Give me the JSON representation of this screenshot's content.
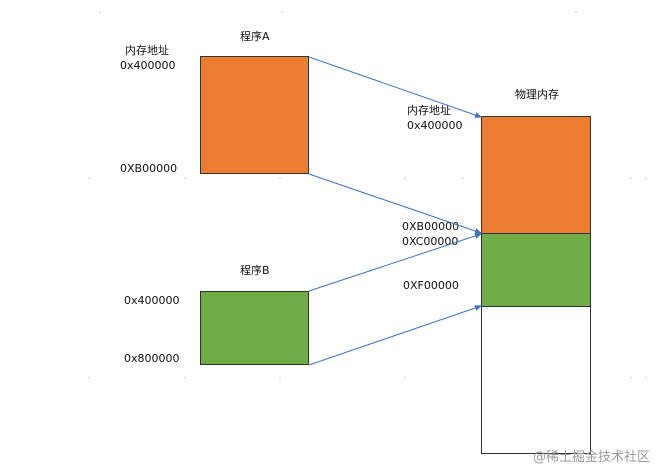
{
  "program_a": {
    "title": "程序A",
    "addr_header": "内存地址",
    "start_addr": "0x400000",
    "end_addr": "0XB00000"
  },
  "program_b": {
    "title": "程序B",
    "start_addr": "0x400000",
    "end_addr": "0x800000"
  },
  "physical_memory": {
    "title": "物理内存",
    "addr_header": "内存地址",
    "addr_a_start": "0x400000",
    "addr_a_end": "0XB00000",
    "addr_b_start": "0XC00000",
    "addr_b_end": "0XF00000"
  },
  "colors": {
    "program_a": "#ED7D31",
    "program_b": "#70AD47",
    "arrow": "#4472C4",
    "free": "#FFFFFF"
  },
  "watermark": "@稀土掘金技术社区"
}
